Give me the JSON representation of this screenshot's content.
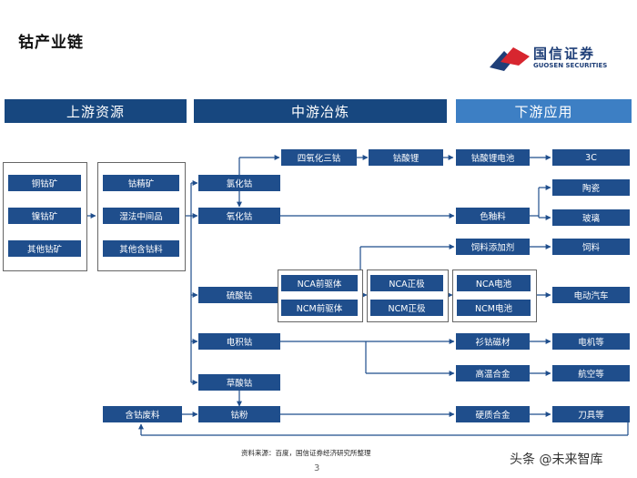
{
  "page": {
    "title": "钴产业链",
    "source_note": "资料来源：百度，国信证券经济研究所整理",
    "page_number": "3",
    "watermark": "头条 @未来智库"
  },
  "logo": {
    "name_cn": "国信证券",
    "name_en": "GUOSEN SECURITIES"
  },
  "headers": {
    "upstream": "上游资源",
    "midstream": "中游冶炼",
    "downstream": "下游应用"
  },
  "upstream": {
    "ores": [
      "铜钴矿",
      "镍钴矿",
      "其他钴矿"
    ],
    "concentrates": [
      "钴精矿",
      "湿法中间品",
      "其他含钴料"
    ],
    "waste": "含钴废料"
  },
  "midstream": {
    "compounds": [
      "氯化钴",
      "氧化钴",
      "硫酸钴",
      "电积钴",
      "草酸钴",
      "钴粉"
    ],
    "tricobalt": "四氧化三钴",
    "licoo2": "钴酸锂",
    "precursors": [
      "NCA前驱体",
      "NCM前驱体"
    ],
    "cathodes": [
      "NCA正极",
      "NCM正极"
    ]
  },
  "downstream": {
    "products": [
      "钴酸锂电池",
      "色釉料",
      "饲料添加剂",
      "NCA电池",
      "NCM电池",
      "衫钴磁材",
      "高温合金",
      "硬质合金"
    ],
    "applications": [
      "3C",
      "陶瓷",
      "玻璃",
      "饲料",
      "电动汽车",
      "电机等",
      "航空等",
      "刀具等"
    ]
  },
  "colors": {
    "header_dark": "#17477f",
    "header_light": "#3d7fc4",
    "box": "#1f4e8c",
    "arrow": "#1f4e8c",
    "logo_red": "#d7262f",
    "logo_blue": "#1f3f78"
  }
}
